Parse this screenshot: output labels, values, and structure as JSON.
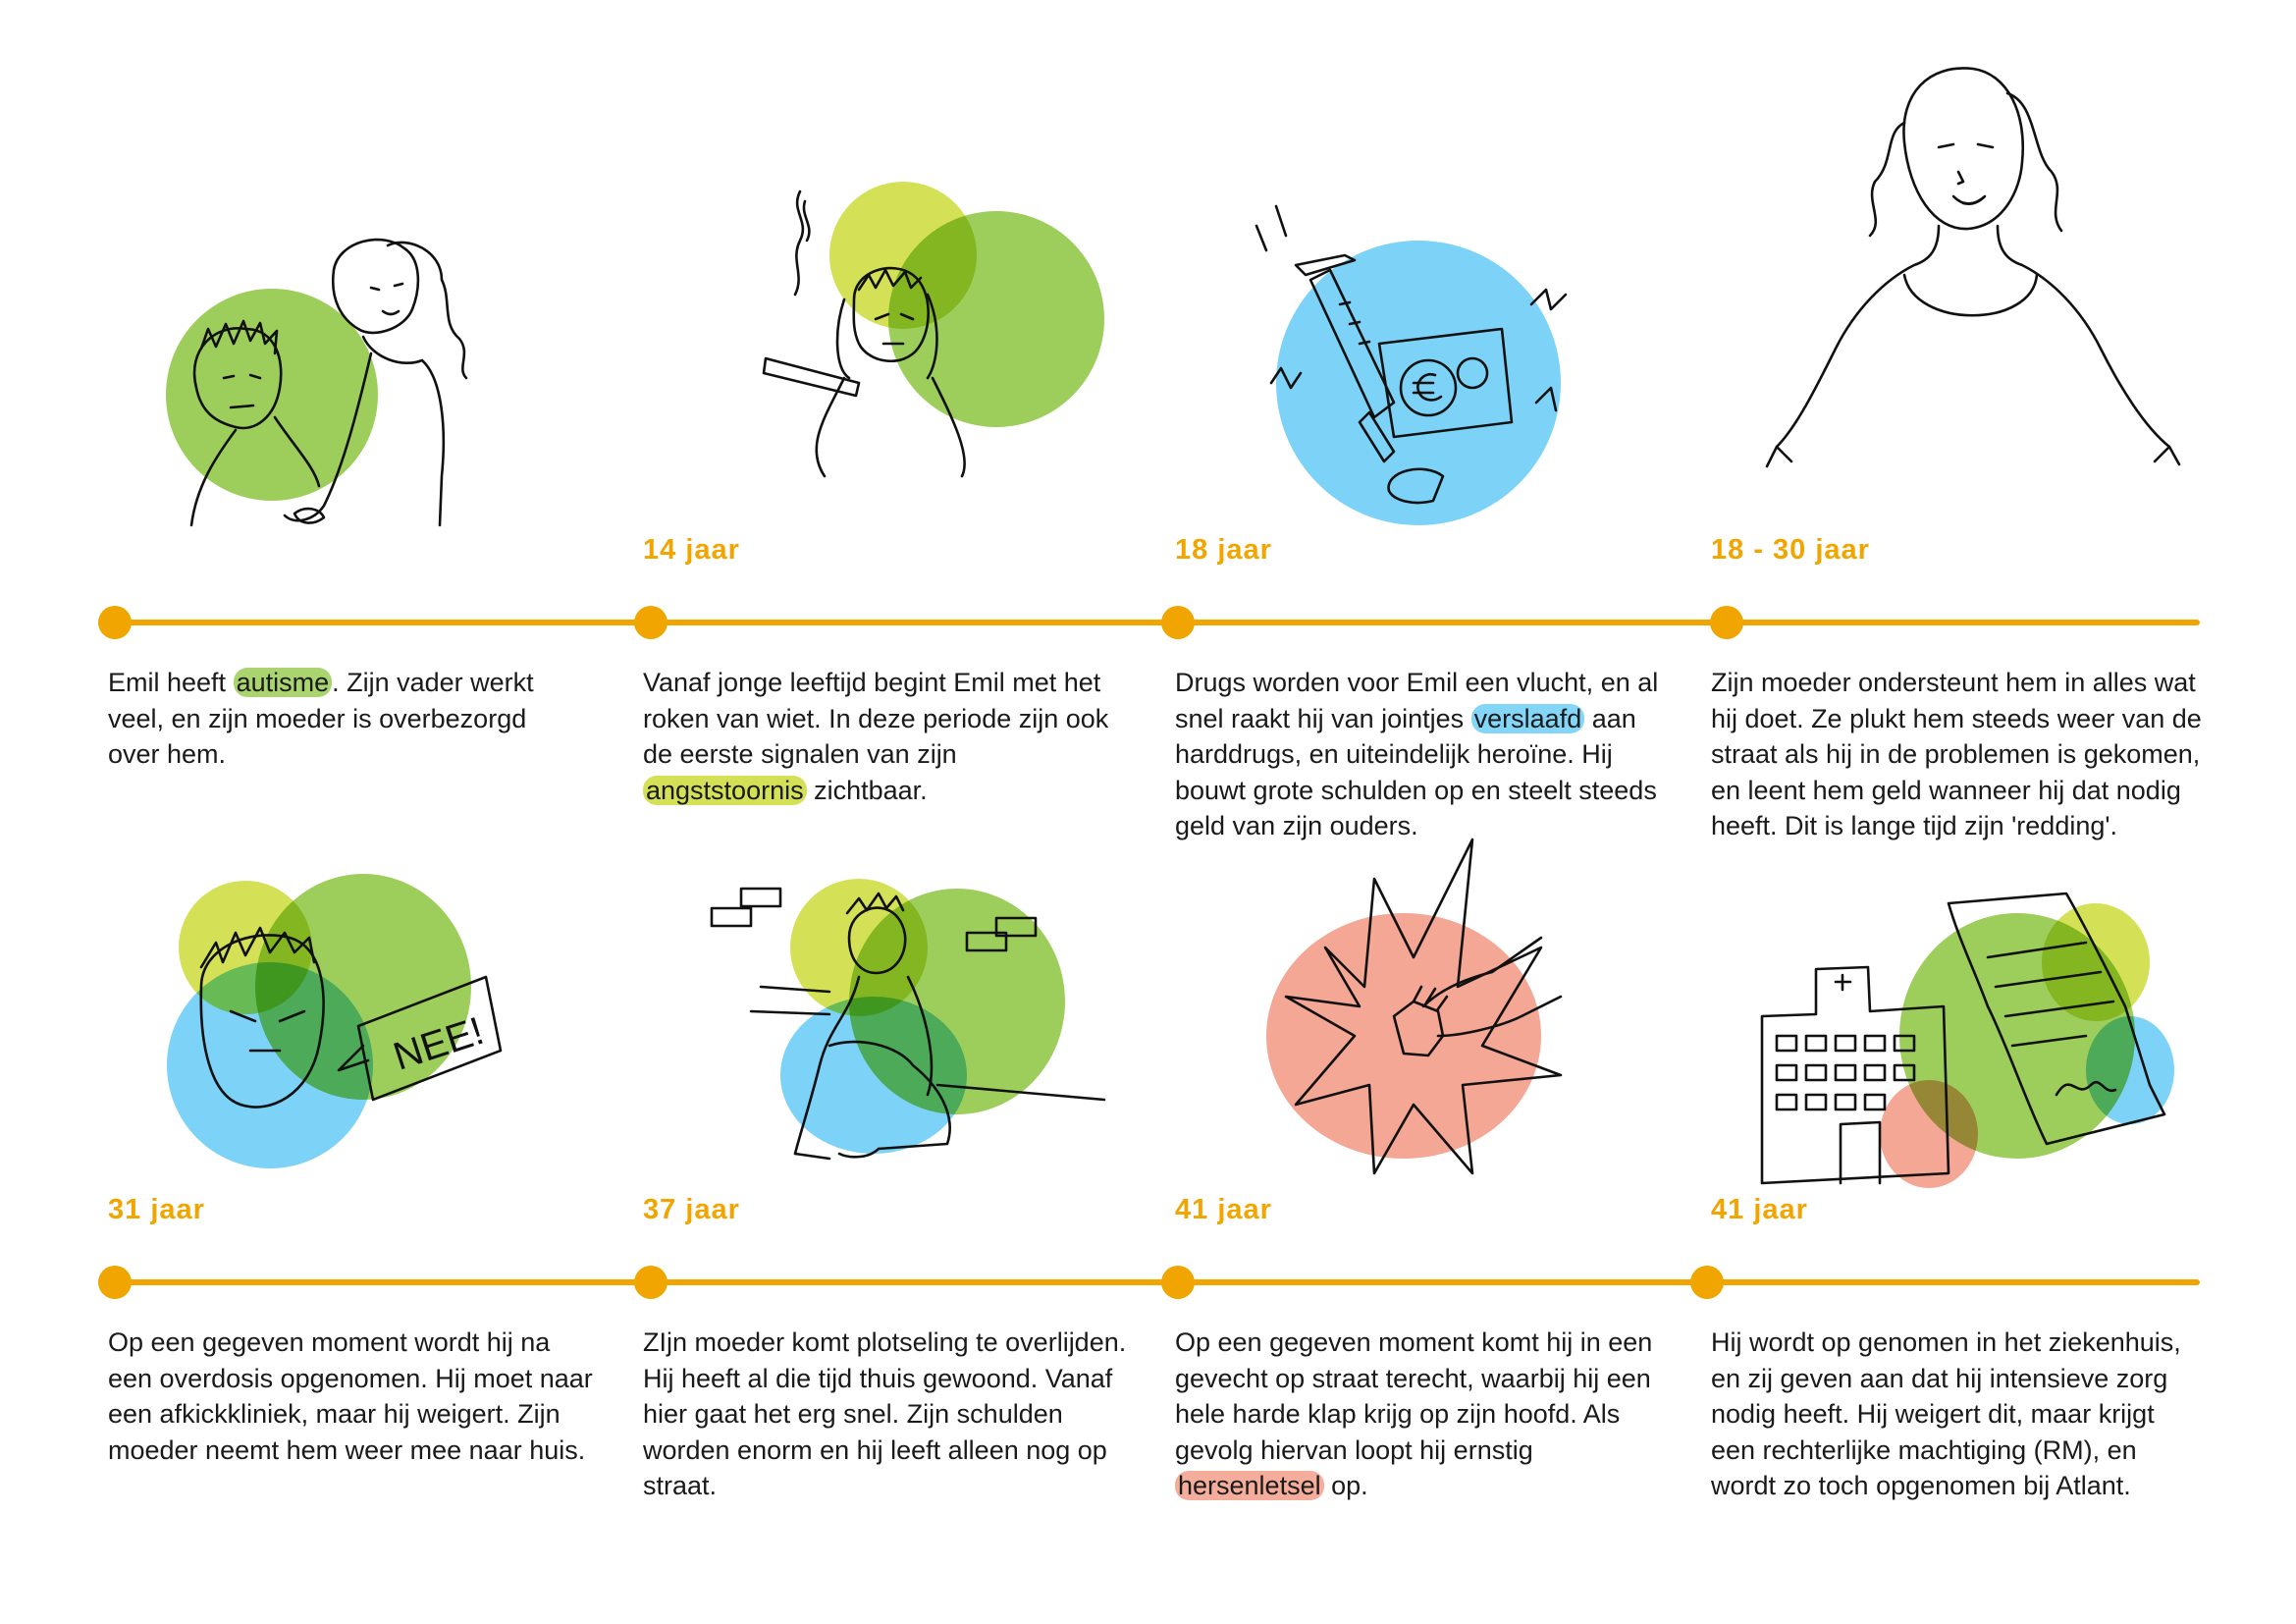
{
  "colors": {
    "accent_orange": "#f0a500",
    "green": "#8cc63f",
    "lime": "#cddc39",
    "blue": "#5bc8f5",
    "salmon": "#f08a70"
  },
  "timeline": [
    {
      "age": "",
      "illustration": "boy-with-mother-illustration",
      "text_before": "Emil heeft ",
      "highlight": "autisme",
      "highlight_color": "#8cc63f",
      "text_after": ". Zijn vader werkt veel, en zijn moeder is overbezorgd over hem."
    },
    {
      "age": "14 jaar",
      "illustration": "smoking-headache-illustration",
      "text_before": "Vanaf jonge leeftijd begint Emil met het roken van wiet. In deze periode zijn ook de eerste signalen van zijn ",
      "highlight": "angststoornis",
      "highlight_color": "#cddc39",
      "text_after": " zichtbaar."
    },
    {
      "age": "18 jaar",
      "illustration": "syringe-money-illustration",
      "text_before": "Drugs worden voor Emil een vlucht, en al snel raakt hij van jointjes ",
      "highlight": "verslaafd",
      "highlight_color": "#5bc8f5",
      "text_after": " aan harddrugs, en uiteindelijk heroïne. Hij bouwt grote schulden op en steelt steeds geld van zijn ouders."
    },
    {
      "age": "18 - 30 jaar",
      "illustration": "mother-open-arms-illustration",
      "text_before": "Zijn moeder ondersteunt hem in alles wat hij doet. Ze plukt hem steeds weer van de straat als hij in de problemen is gekomen, en leent hem geld wanneer hij dat nodig heeft. Dit is lange tijd zijn 'redding'.",
      "highlight": "",
      "highlight_color": "",
      "text_after": ""
    },
    {
      "age": "31 jaar",
      "illustration": "angry-face-nee-illustration",
      "speech": "NEE!",
      "text_before": "Op een gegeven moment wordt hij na een overdosis opgenomen. Hij moet naar een afkickkliniek, maar hij weigert. Zijn moeder neemt hem weer mee naar huis.",
      "highlight": "",
      "highlight_color": "",
      "text_after": ""
    },
    {
      "age": "37 jaar",
      "illustration": "man-sitting-on-street-illustration",
      "text_before": "ZIjn moeder komt plotseling te overlijden. Hij heeft al die tijd thuis gewoond. Vanaf hier gaat het erg snel. Zijn schulden worden enorm en hij leeft alleen nog op straat.",
      "highlight": "",
      "highlight_color": "",
      "text_after": ""
    },
    {
      "age": "41 jaar",
      "illustration": "fist-punch-explosion-illustration",
      "text_before": "Op een gegeven moment komt hij in een gevecht op straat terecht, waarbij hij een hele harde klap krijg op zijn hoofd. Als gevolg hiervan loopt hij ernstig ",
      "highlight": "hersenletsel",
      "highlight_color": "#f08a70",
      "text_after": " op."
    },
    {
      "age": "41 jaar",
      "illustration": "hospital-document-illustration",
      "text_before": "Hij wordt op genomen in het ziekenhuis, en zij geven aan dat hij intensieve zorg nodig heeft. Hij weigert dit, maar krijgt een rechterlijke machtiging (RM), en wordt zo toch opgenomen bij Atlant.",
      "highlight": "",
      "highlight_color": "",
      "text_after": ""
    }
  ]
}
